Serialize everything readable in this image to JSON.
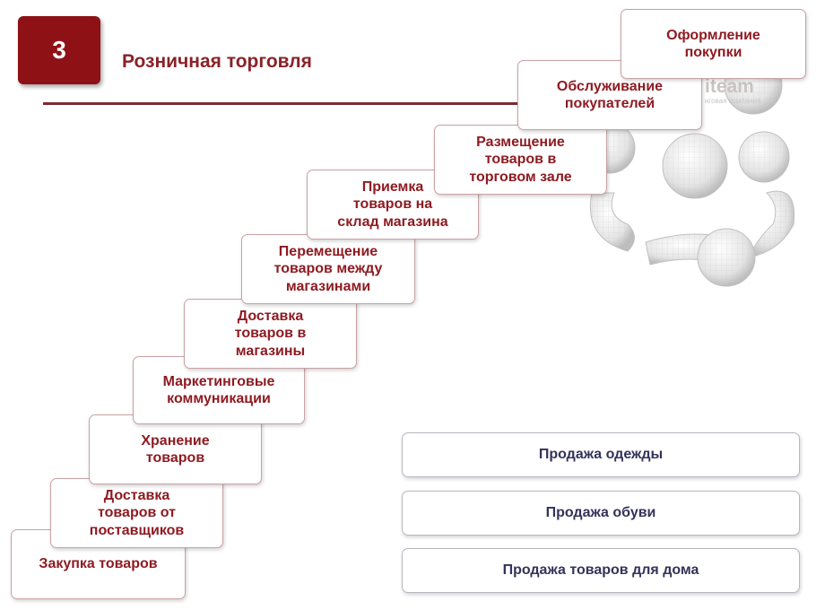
{
  "header": {
    "badge_number": "3",
    "title": "Розничная торговля"
  },
  "logo": {
    "text": "iteam",
    "subtitle": "нговая компания"
  },
  "steps": [
    "Закупка товаров",
    "Доставка\nтоваров от\nпоставщиков",
    "Хранение\nтоваров",
    "Маркетинговые\nкоммуникации",
    "Доставка\nтоваров в\nмагазины",
    "Перемещение\nтоваров между\nмагазинами",
    "Приемка\nтоваров на\nсклад магазина",
    "Размещение\nтоваров в\nторговом зале",
    "Обслуживание\nпокупателей",
    "Оформление\nпокупки"
  ],
  "sales": [
    "Продажа одежды",
    "Продажа обуви",
    "Продажа товаров для дома"
  ],
  "colors": {
    "accent": "#8e1116",
    "step_text": "#8e1b22",
    "sale_text": "#33335a"
  }
}
